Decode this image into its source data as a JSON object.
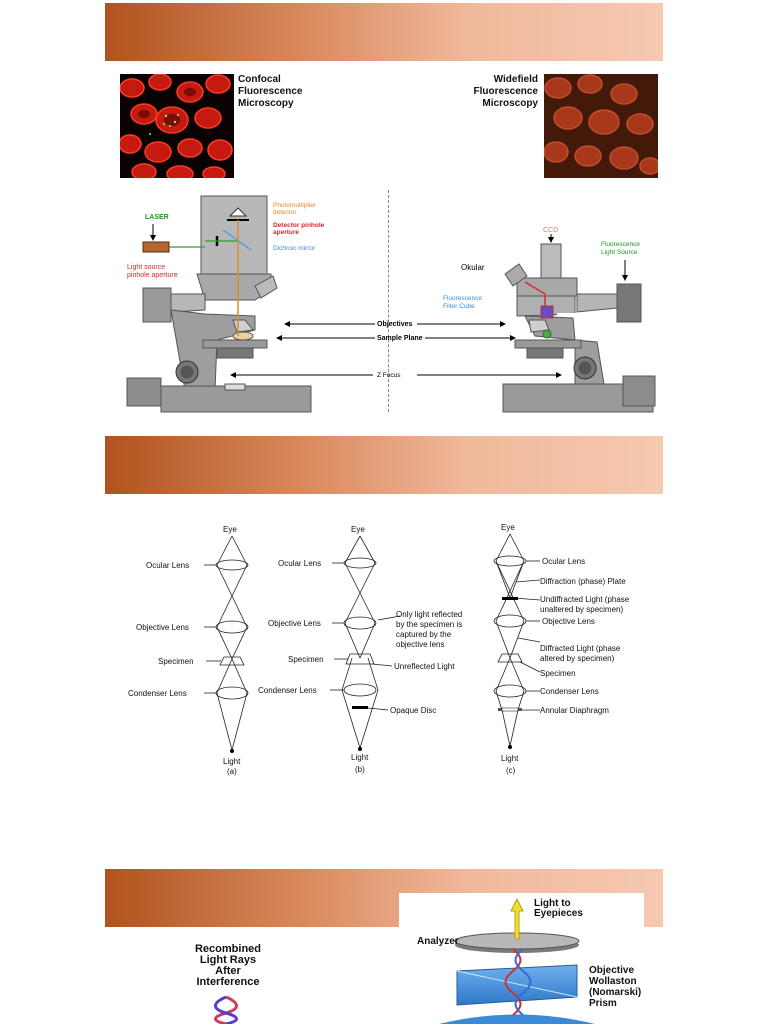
{
  "slide1": {
    "confocal_title": [
      "Confocal",
      "Fluorescence",
      "Microscopy"
    ],
    "widefield_title": [
      "Widefield",
      "Fluorescence",
      "Microscopy"
    ],
    "confocal": {
      "laser": "LASER",
      "light_source": [
        "Light source",
        "pinhole aperture"
      ],
      "pmt": [
        "Photomultiplier",
        "detector"
      ],
      "detector_pinhole": [
        "Detector pinhole",
        "aperture"
      ],
      "dichroic": "Dichroic mirror"
    },
    "center": {
      "objectives": "Objectives",
      "sample_plane": "Sample Plane",
      "z_focus": "Z Focus"
    },
    "widefield": {
      "ccd": "CCD",
      "fluo_source": [
        "Fluorescence",
        "Light Source"
      ],
      "okular": "Okular",
      "filter_cube": [
        "Fluorescence",
        "Filter Cube"
      ]
    }
  },
  "slide2": {
    "a": {
      "eye": "Eye",
      "ocular": "Ocular Lens",
      "objective": "Objective Lens",
      "specimen": "Specimen",
      "condenser": "Condenser Lens",
      "light": "Light",
      "caption": "(a)"
    },
    "b": {
      "eye": "Eye",
      "ocular": "Ocular Lens",
      "objective": "Objective Lens",
      "specimen": "Specimen",
      "condenser": "Condenser Lens",
      "light": "Light",
      "caption": "(b)",
      "note": [
        "Only light reflected",
        "by the specimen is",
        "captured by the",
        "objective lens"
      ],
      "unreflected": "Unreflected Light",
      "opaque": "Opaque Disc"
    },
    "c": {
      "eye": "Eye",
      "ocular": "Ocular Lens",
      "diffraction": "Diffraction (phase) Plate",
      "undiffracted": [
        "Undiffracted Light (phase",
        "unaltered by specimen)"
      ],
      "objective": "Objective Lens",
      "diffracted": [
        "Diffracted Light (phase",
        "altered by specimen)"
      ],
      "specimen": "Specimen",
      "condenser": "Condenser Lens",
      "annular": "Annular Diaphragm",
      "light": "Light",
      "caption": "(c)"
    }
  },
  "slide3": {
    "recombined": [
      "Recombined",
      "Light Rays",
      "After",
      "Interference"
    ],
    "light_to": [
      "Light to",
      "Eyepieces"
    ],
    "analyzer": "Analyzer",
    "prism": [
      "Objective",
      "Wollaston",
      "(Nomarski)",
      "Prism"
    ]
  }
}
